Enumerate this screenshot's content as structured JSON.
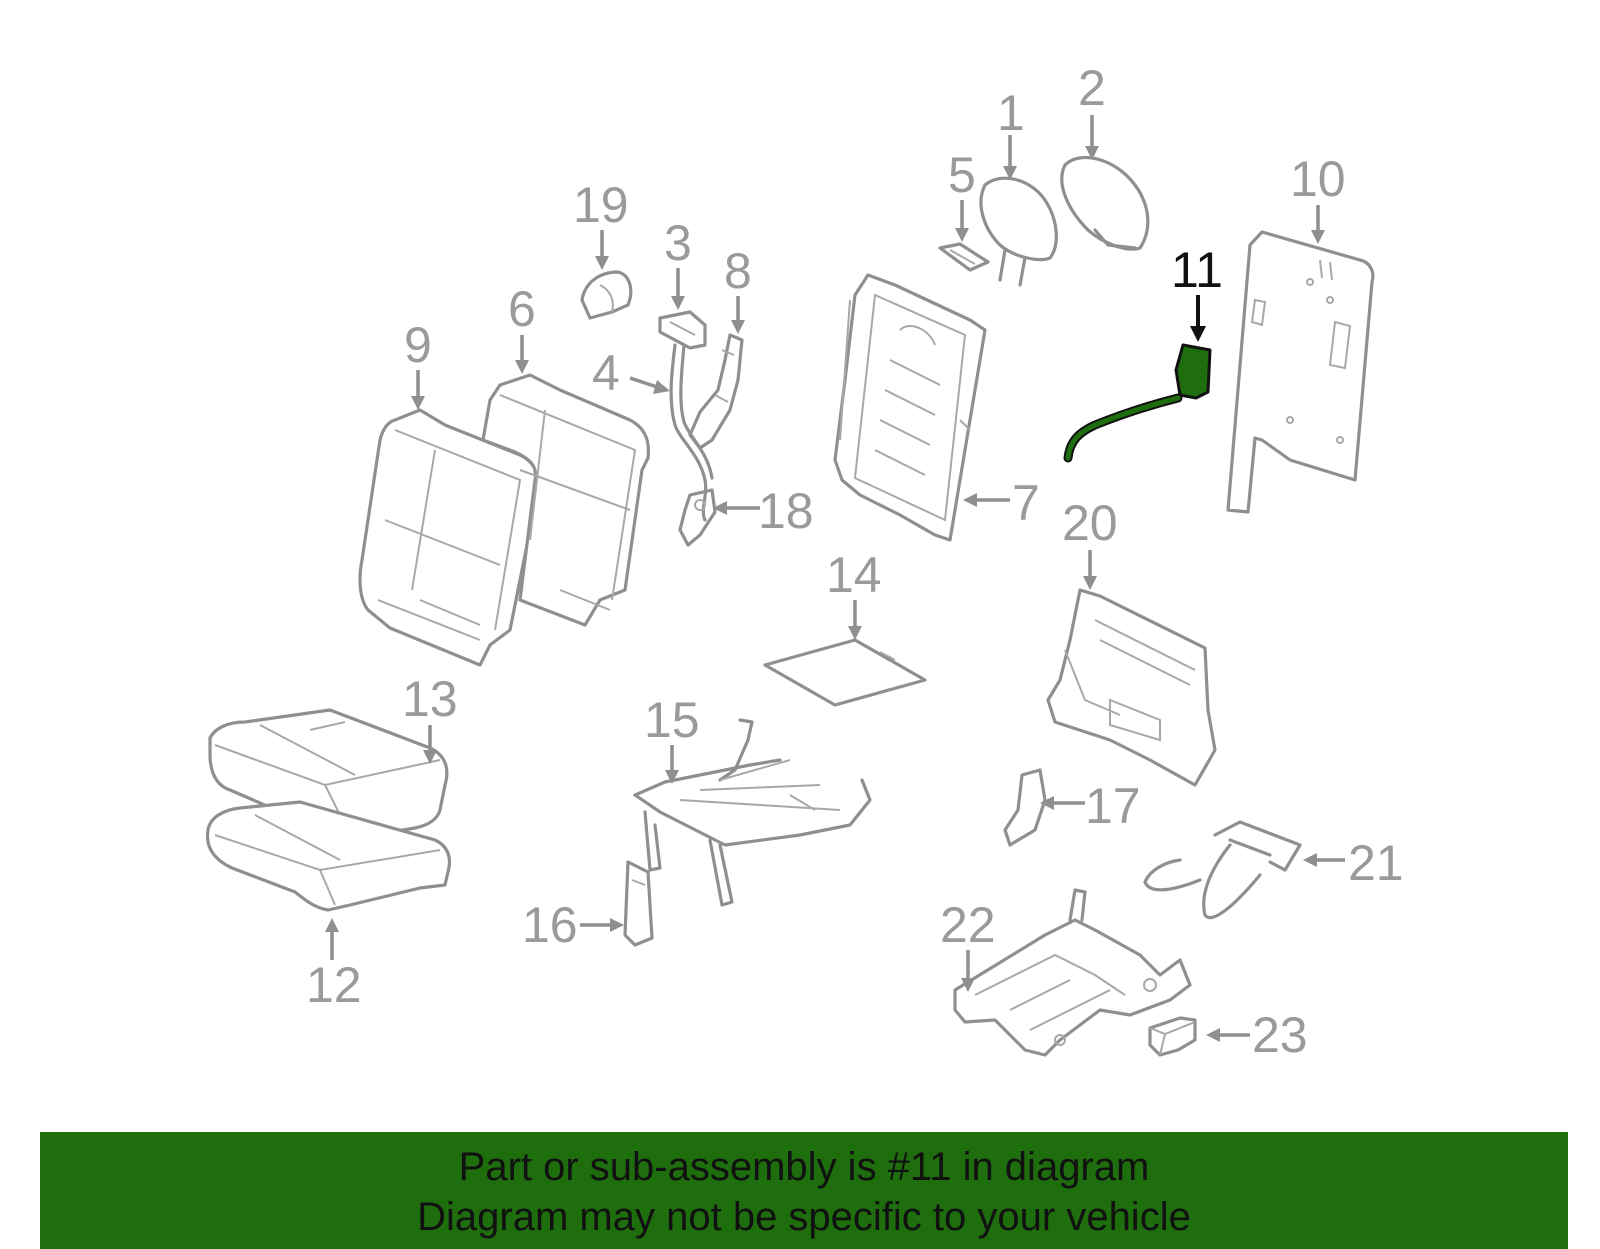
{
  "diagram": {
    "highlighted_part": "11",
    "highlight_color": "#1e6e0e",
    "callouts": {
      "c1": "1",
      "c2": "2",
      "c3": "3",
      "c4": "4",
      "c5": "5",
      "c6": "6",
      "c7": "7",
      "c8": "8",
      "c9": "9",
      "c10": "10",
      "c11": "11",
      "c12": "12",
      "c13": "13",
      "c14": "14",
      "c15": "15",
      "c16": "16",
      "c17": "17",
      "c18": "18",
      "c19": "19",
      "c20": "20",
      "c21": "21",
      "c22": "22",
      "c23": "23"
    }
  },
  "banner": {
    "line1": "Part or sub-assembly is #11 in diagram",
    "line2": "Diagram may not be specific to your vehicle",
    "background": "#1e6e0e"
  }
}
